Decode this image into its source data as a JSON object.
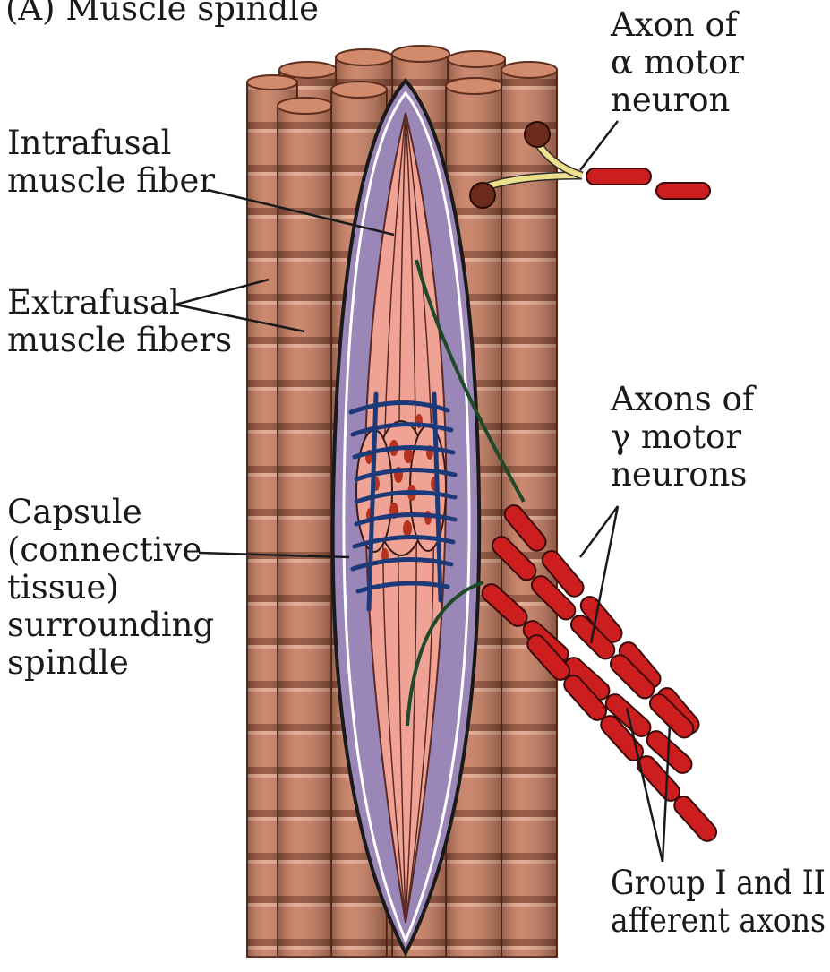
{
  "figure_title": "(A)  Muscle spindle",
  "labels": {
    "alpha_axon": [
      "Axon of",
      "α motor",
      "neuron"
    ],
    "intrafusal": [
      "Intrafusal",
      "muscle fiber"
    ],
    "extrafusal": [
      "Extrafusal",
      "muscle fibers"
    ],
    "gamma_axons": [
      "Axons of",
      "γ motor",
      "neurons"
    ],
    "capsule": [
      "Capsule",
      "(connective",
      "tissue)",
      "surrounding",
      "spindle"
    ],
    "afferent": [
      "Group I and II",
      "afferent axons"
    ]
  },
  "colors": {
    "muscle_fiber": "#c4785c",
    "muscle_stripe": "#8e4b34",
    "capsule": "#9b86b8",
    "intrafusal": "#f0a394",
    "gamma_axon": "#1f4a2a",
    "sensory_wrap": "#1c3a7a",
    "axon_red": "#cc1e1e",
    "alpha_axon_yellow": "#ece08a"
  }
}
